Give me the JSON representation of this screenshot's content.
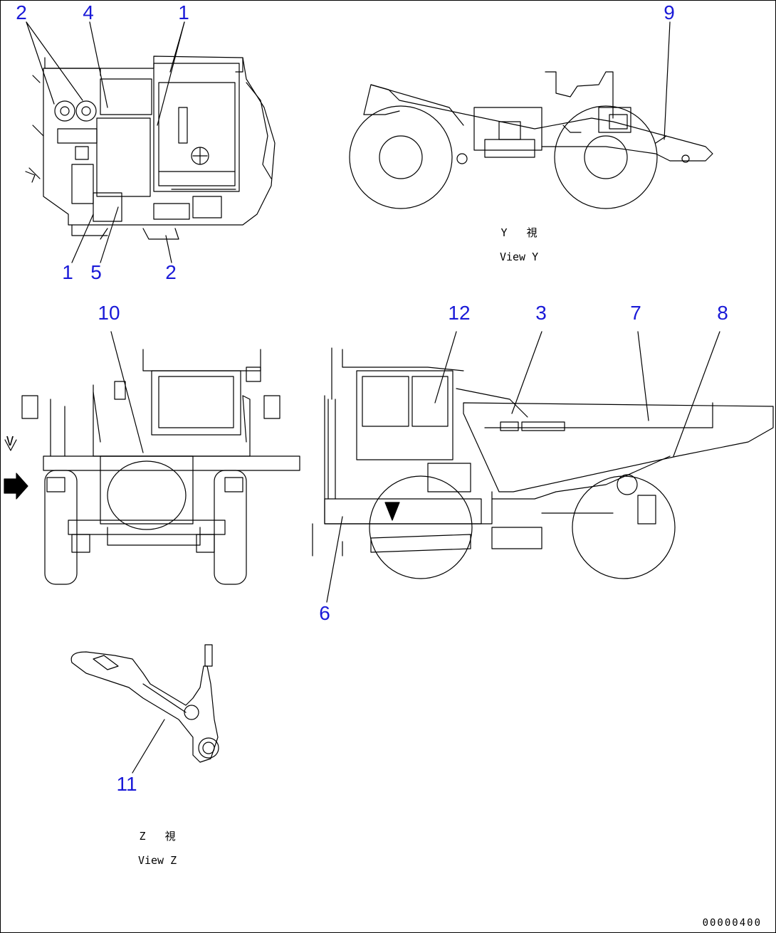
{
  "callouts": [
    {
      "id": "c2a",
      "label": "2"
    },
    {
      "id": "c4",
      "label": "4"
    },
    {
      "id": "c1a",
      "label": "1"
    },
    {
      "id": "c9",
      "label": "9"
    },
    {
      "id": "c1b",
      "label": "1"
    },
    {
      "id": "c5",
      "label": "5"
    },
    {
      "id": "c2b",
      "label": "2"
    },
    {
      "id": "c10",
      "label": "10"
    },
    {
      "id": "c12",
      "label": "12"
    },
    {
      "id": "c3",
      "label": "3"
    },
    {
      "id": "c7",
      "label": "7"
    },
    {
      "id": "c8",
      "label": "8"
    },
    {
      "id": "c6",
      "label": "6"
    },
    {
      "id": "c11",
      "label": "11"
    }
  ],
  "views": {
    "view_y": {
      "jp": "Y   視",
      "en": "View Y"
    },
    "view_z": {
      "jp": "Z   視",
      "en": "View Z"
    },
    "arrow_v_label": "V"
  },
  "drawing_number": "00000400",
  "colors": {
    "callout": "#1a1ad8",
    "line": "#000000"
  }
}
